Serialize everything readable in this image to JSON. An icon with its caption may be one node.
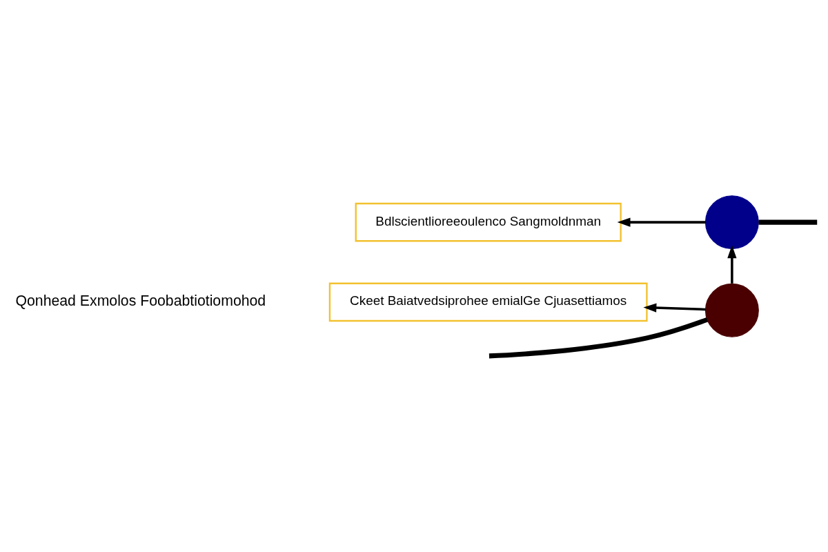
{
  "diagram": {
    "nodes": [
      {
        "text": [
          "Bdlscientlioreeoulenco Sangmoldnman"
        ]
      },
      {
        "text": [],
        "shape": "person"
      },
      {
        "text": [
          "Ckeet Baiatvedsiprohee emialGe Cjuasettiamos"
        ]
      },
      {
        "text": [],
        "shape": "person"
      }
    ],
    "edges": [
      {
        "from": 1,
        "to": 0,
        "arrow": "to"
      },
      {
        "from": 3,
        "to": 2,
        "arrow": "to"
      },
      {
        "from": 3,
        "to": 1,
        "arrow": "to"
      },
      {
        "from": null,
        "to": 1,
        "arrow": "none",
        "style": "thick"
      },
      {
        "from": 3,
        "to": null,
        "arrow": "none",
        "style": "thick"
      }
    ],
    "labels": [
      "Qonhead Exmolos Foobabtiotiomohod"
    ]
  }
}
